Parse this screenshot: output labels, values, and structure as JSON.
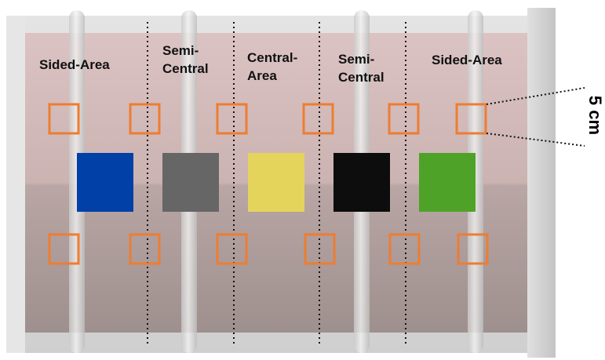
{
  "zones": [
    {
      "label": "Sided-Area"
    },
    {
      "label": "Semi-\nCentral"
    },
    {
      "label": "Central-\nArea"
    },
    {
      "label": "Semi-\nCentral"
    },
    {
      "label": "Sided-Area"
    }
  ],
  "color_patches": [
    {
      "name": "blue-patch",
      "color": "#0140a6"
    },
    {
      "name": "gray-patch",
      "color": "#666666"
    },
    {
      "name": "yellow-patch",
      "color": "#e5d45b"
    },
    {
      "name": "black-patch",
      "color": "#0d0d0d"
    },
    {
      "name": "green-patch",
      "color": "#4ea228"
    }
  ],
  "scale": {
    "label": "5 cm"
  },
  "colors": {
    "sample_box": "#ed7d31",
    "panel_top": "#dcc3c3",
    "panel_bottom": "#9e908e",
    "frame": "#d8d8d8",
    "divider": "#111111"
  }
}
